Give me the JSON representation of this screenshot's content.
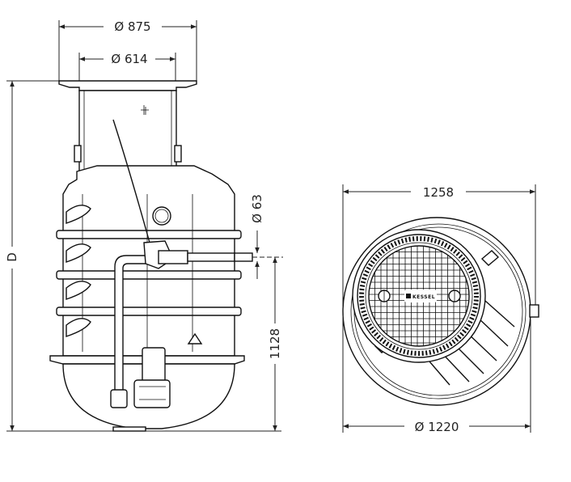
{
  "drawing": {
    "side_view": {
      "dim_outer_diameter": "Ø 875",
      "dim_shaft_diameter": "Ø 614",
      "dim_depth": "D",
      "dim_pipe_diameter": "Ø 63",
      "dim_pipe_height": "1128"
    },
    "top_view": {
      "dim_width": "1258",
      "dim_tank_diameter": "Ø 1220",
      "lid_logo": "KESSEL"
    }
  }
}
